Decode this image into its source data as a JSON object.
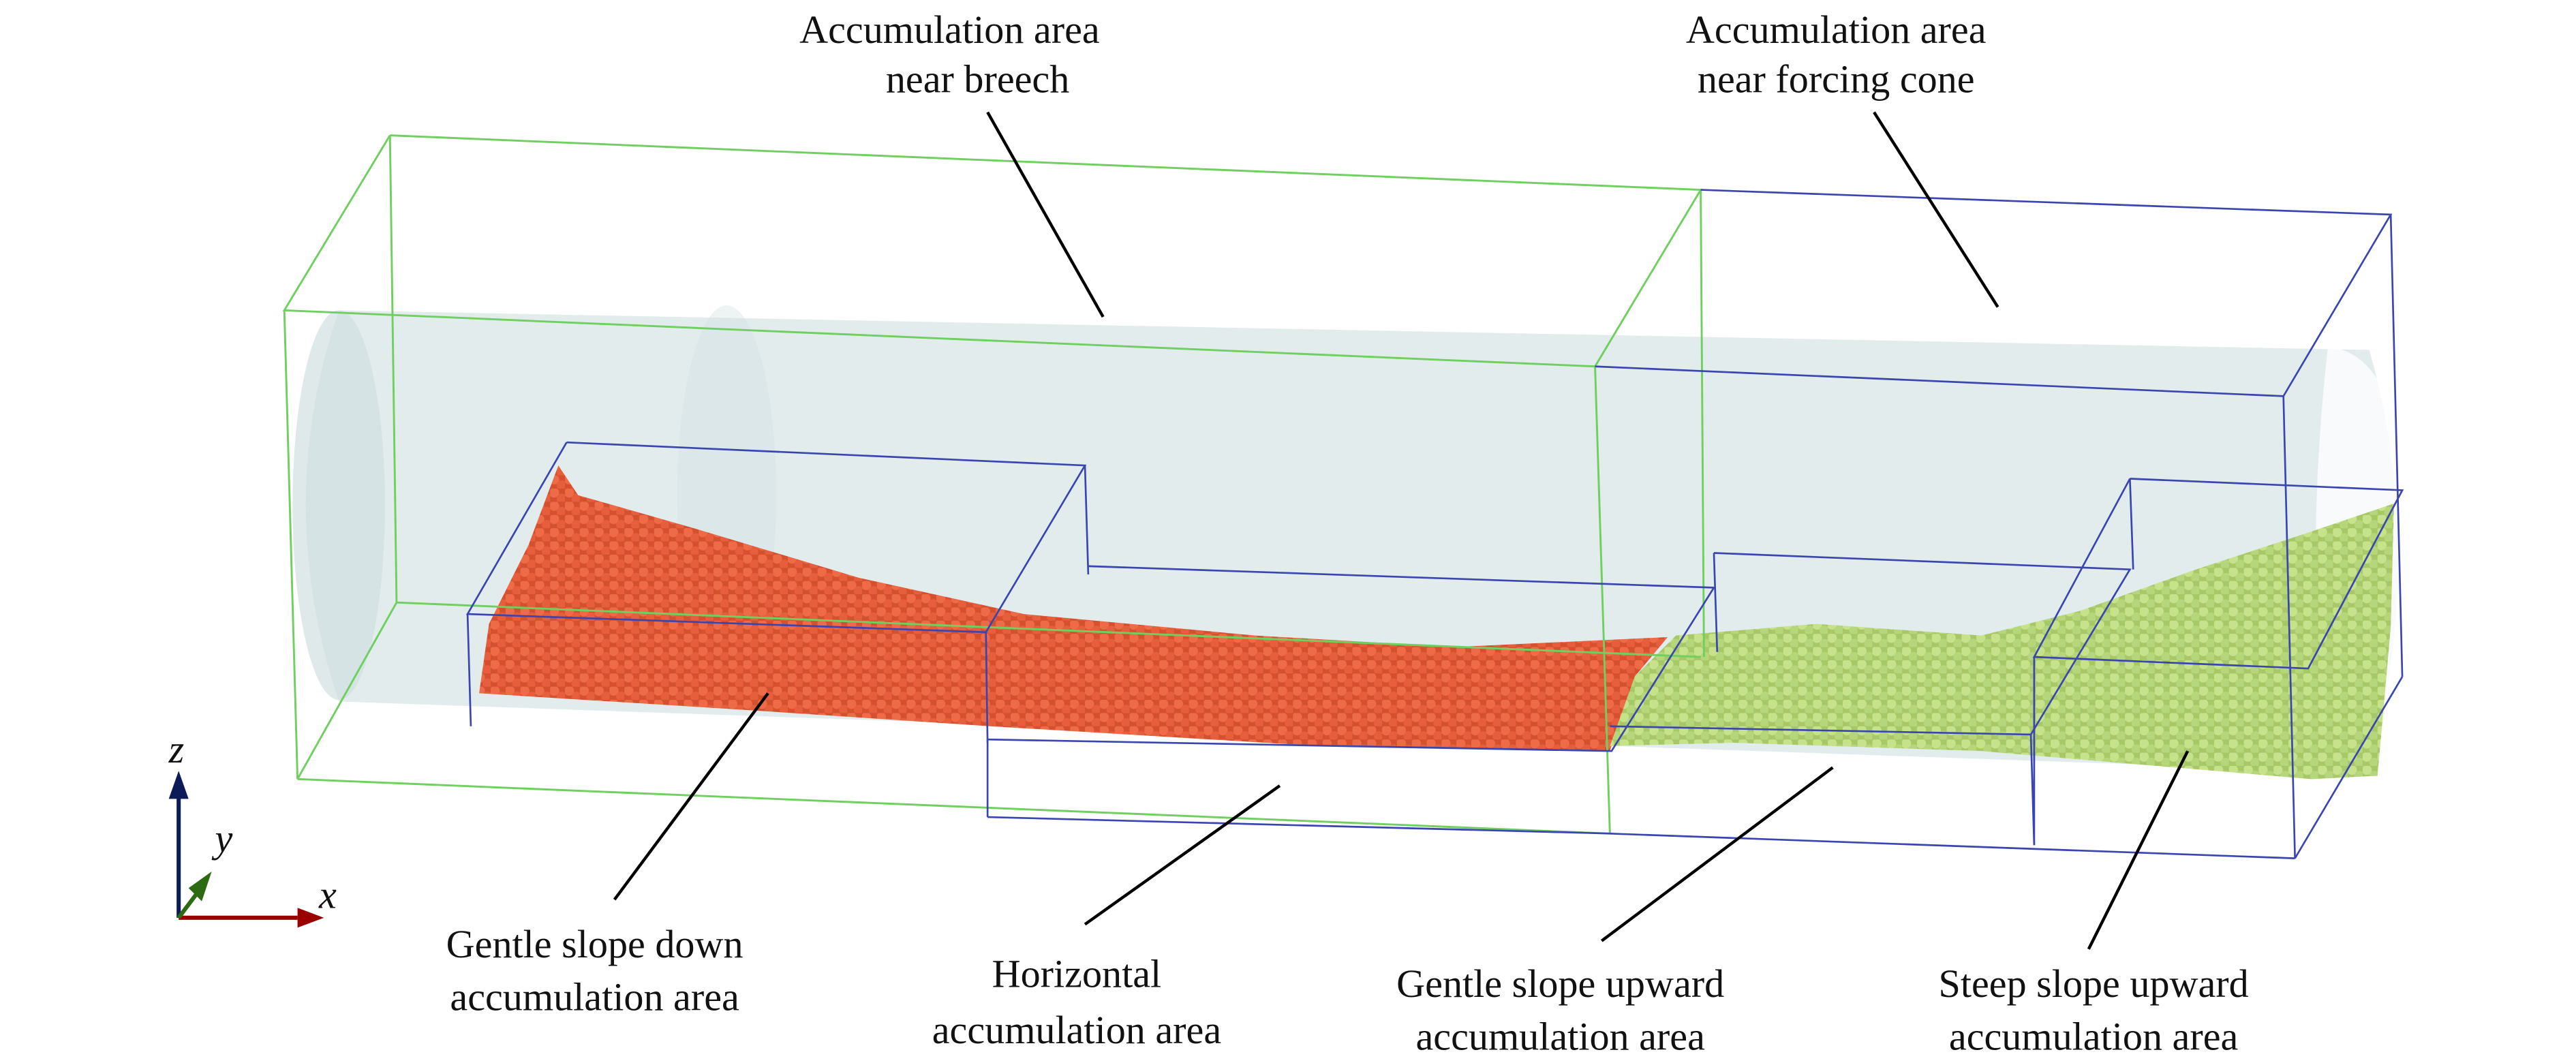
{
  "labels": {
    "breech": [
      "Accumulation area",
      "near breech"
    ],
    "forcing_cone": [
      "Accumulation area",
      "near forcing cone"
    ],
    "gentle_down": [
      "Gentle slope down",
      "accumulation area"
    ],
    "horizontal": [
      "Horizontal",
      "accumulation area"
    ],
    "gentle_up": [
      "Gentle slope upward",
      "accumulation area"
    ],
    "steep_up": [
      "Steep slope upward",
      "accumulation area"
    ]
  },
  "axes": {
    "x": "x",
    "y": "y",
    "z": "z"
  },
  "colors": {
    "red_particles": "#e8603f",
    "green_particles": "#b8d879",
    "cylinder": "#dde9ea",
    "green_box": "#6fcf5f",
    "blue_box": "#3a45b0",
    "axis_x": "#9b0000",
    "axis_y": "#2e6a12",
    "axis_z": "#0c1a5a"
  }
}
